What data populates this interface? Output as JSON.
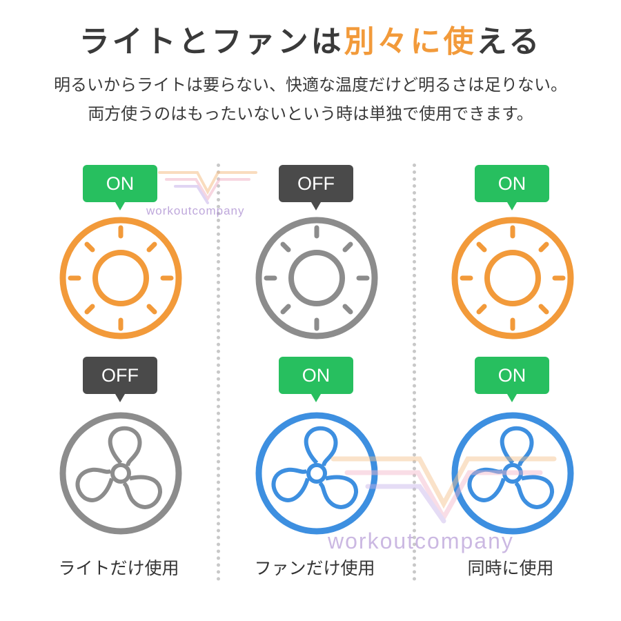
{
  "title": {
    "part1": "ライトとファンは",
    "highlight": "別々に使",
    "part2": "える"
  },
  "description": {
    "line1": "明るいからライトは要らない、快適な温度だけど明るさは足りない。",
    "line2": "両方使うのはもったいないという時は単独で使用できます。"
  },
  "colors": {
    "on_badge": "#27bf5f",
    "off_badge": "#4a4a4a",
    "light_on": "#f29a3a",
    "fan_on": "#3d8fe0",
    "inactive": "#8c8c8c",
    "title_highlight": "#f29a3a"
  },
  "columns": [
    {
      "light_badge": "ON",
      "light_icon": "sun-icon",
      "fan_badge": "OFF",
      "fan_icon": "fan-icon",
      "caption": "ライトだけ使用"
    },
    {
      "light_badge": "OFF",
      "light_icon": "sun-icon",
      "fan_badge": "ON",
      "fan_icon": "fan-icon",
      "caption": "ファンだけ使用"
    },
    {
      "light_badge": "ON",
      "light_icon": "sun-icon",
      "fan_badge": "ON",
      "fan_icon": "fan-icon",
      "caption": "同時に使用"
    }
  ],
  "watermark": {
    "text_small": "workoutcompany",
    "text_large": "workoutcompany"
  }
}
